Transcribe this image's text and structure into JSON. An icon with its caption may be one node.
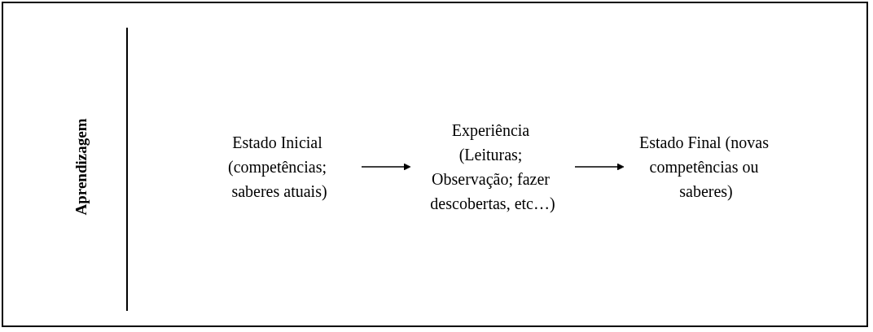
{
  "diagram": {
    "nodes": [
      {
        "text": [
          "Estado Inicial (competências; saberes atuais)"
        ]
      },
      {
        "text": [
          "Experiência (Leituras; Observação; fazer descobertas, etc…)"
        ]
      },
      {
        "text": [
          "Estado Final (novas competências ou saberes)"
        ]
      }
    ],
    "edges": [
      {
        "from": 0,
        "to": 1,
        "arrow": "to"
      },
      {
        "from": 1,
        "to": 2,
        "arrow": "to"
      }
    ],
    "labels": [
      "Aprendizagem"
    ]
  }
}
